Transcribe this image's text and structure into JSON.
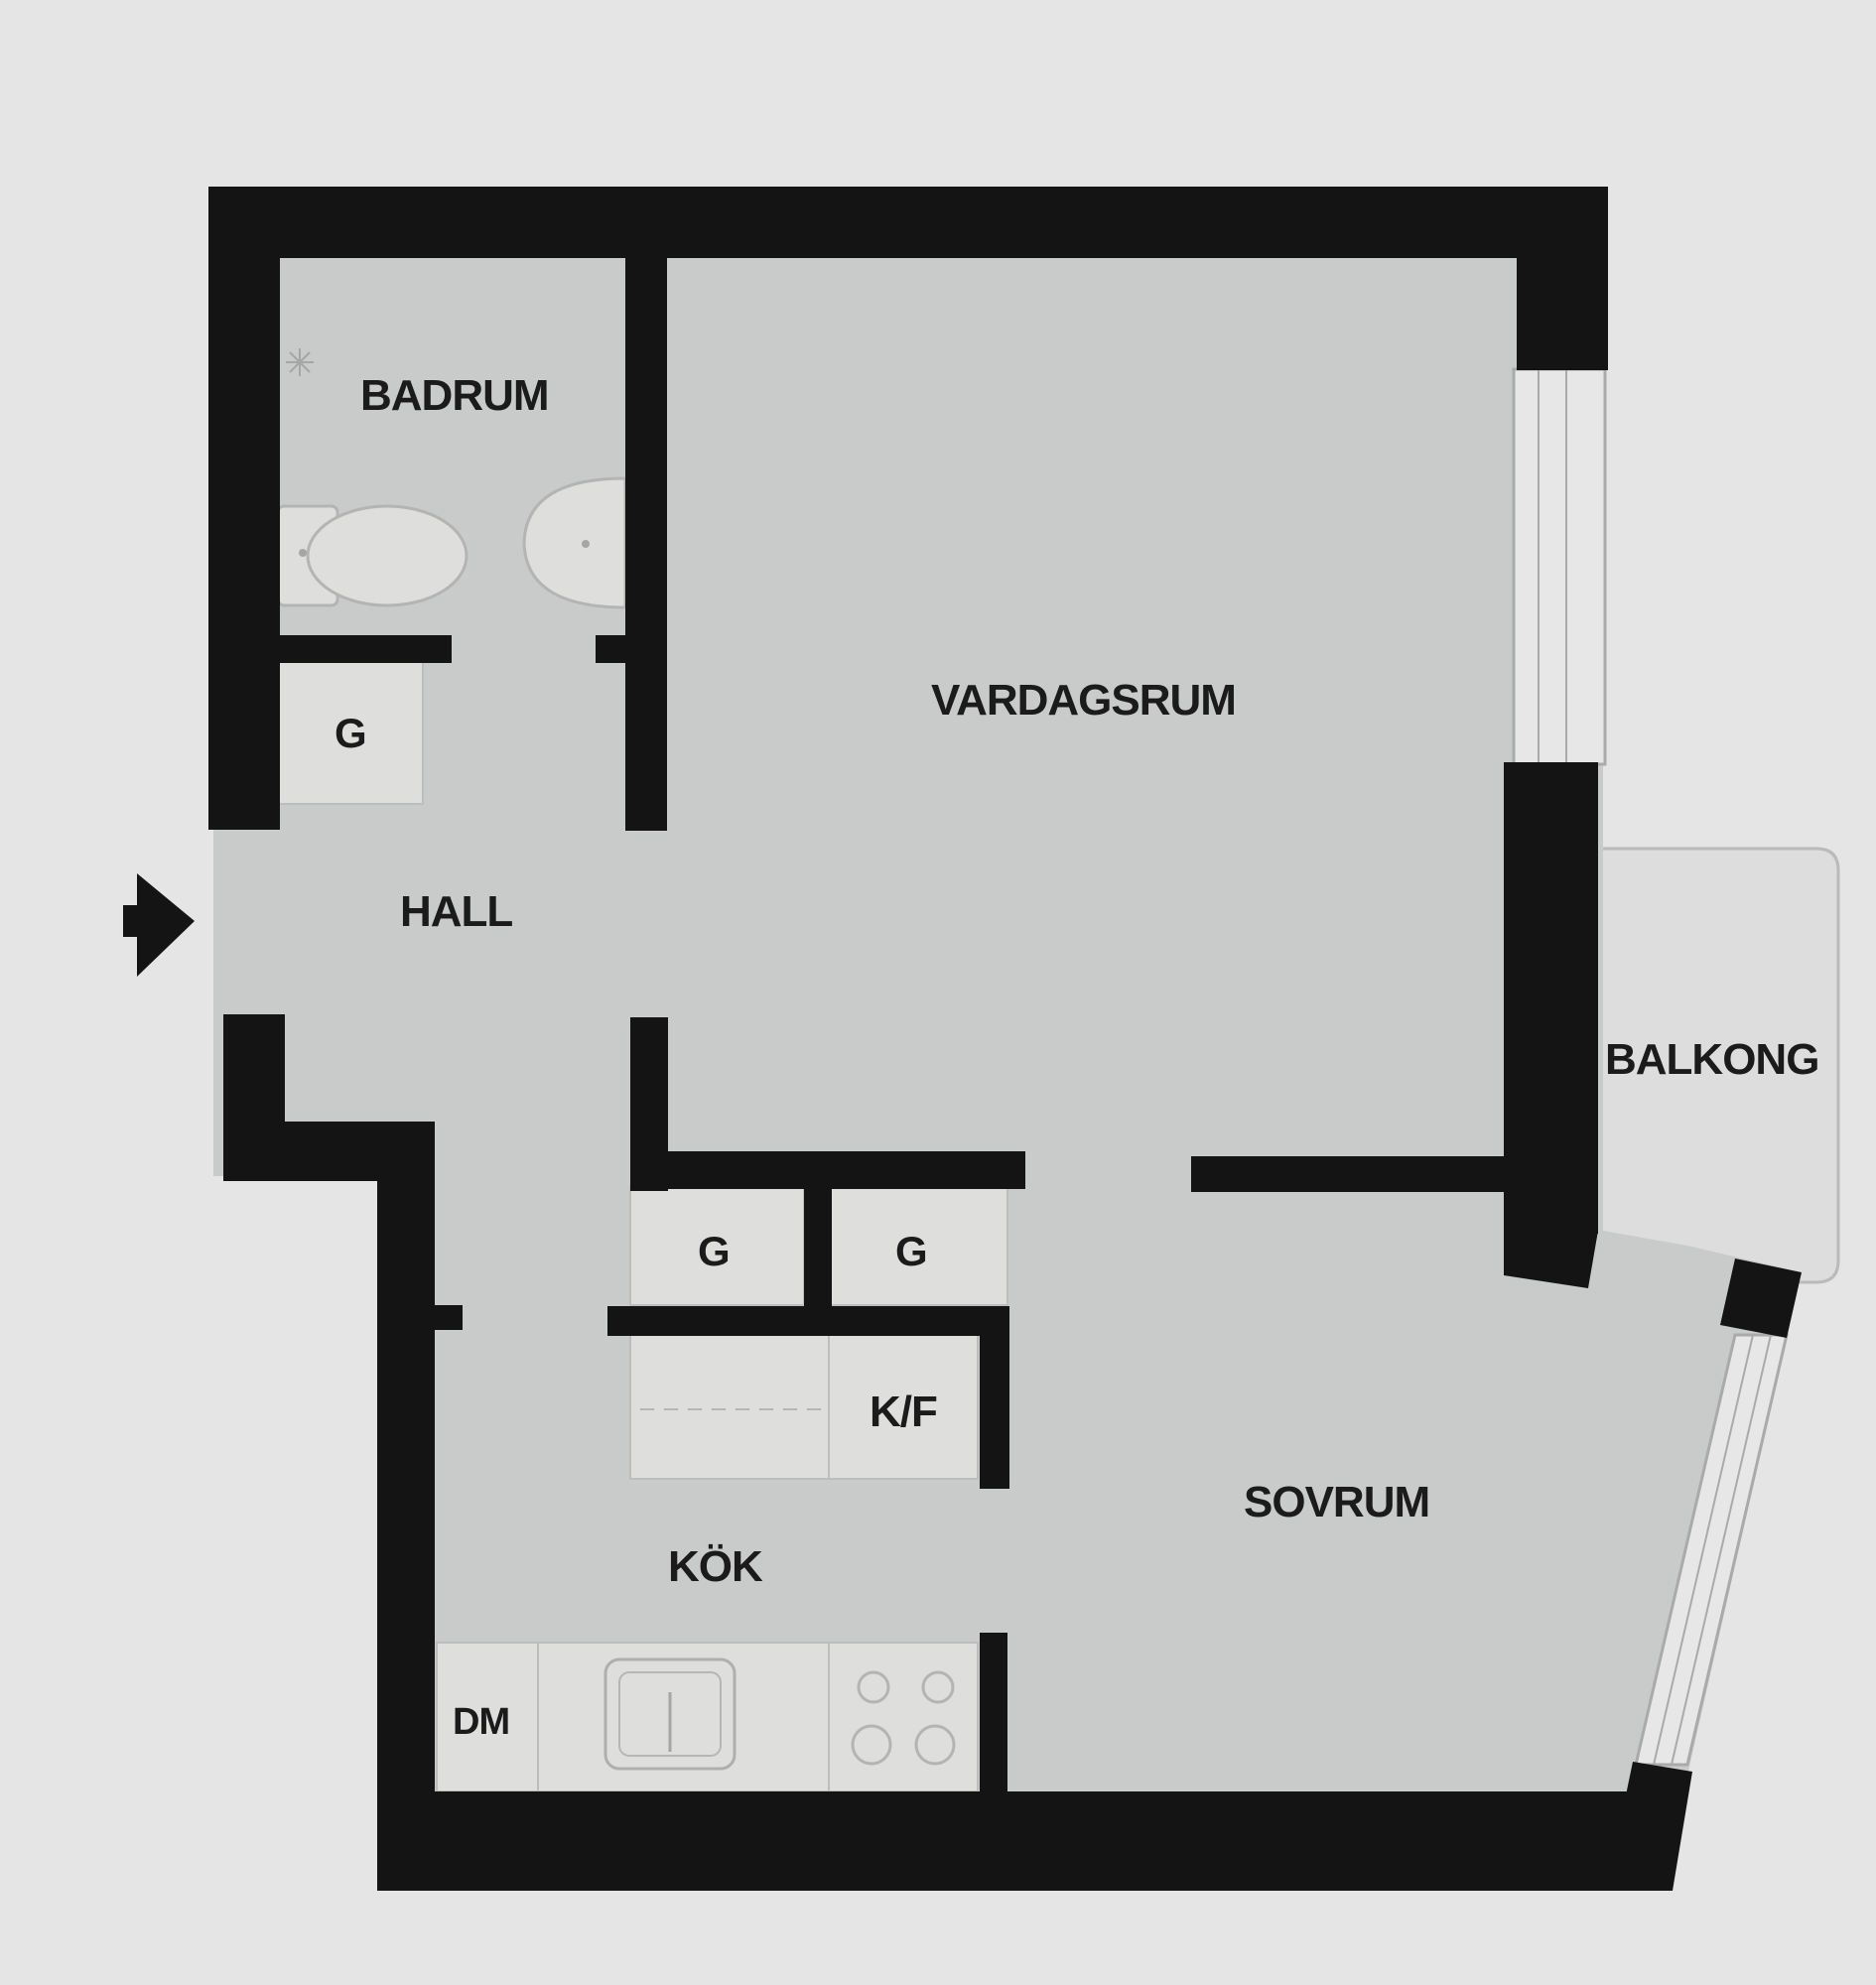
{
  "colors": {
    "paper": "#e4e5e4",
    "floor": "#c9cbca",
    "fixture": "#dededd",
    "wall": "#141414",
    "balcony": "#dcdddc",
    "label": "#1b1b1b"
  },
  "rooms": {
    "badrum": "BADRUM",
    "vardagsrum": "VARDAGSRUM",
    "hall": "HALL",
    "balkong": "BALKONG",
    "sovrum": "SOVRUM",
    "kok": "KÖK"
  },
  "storage": {
    "hall_closet": "G",
    "closet_a": "G",
    "closet_b": "G",
    "fridge_freezer": "K/F",
    "dishwasher": "DM"
  },
  "icons": {
    "entrance": "entrance-arrow-icon",
    "toilet": "toilet-icon",
    "shower": "shower-icon",
    "sink": "kitchen-sink-icon",
    "stove": "stove-icon"
  }
}
